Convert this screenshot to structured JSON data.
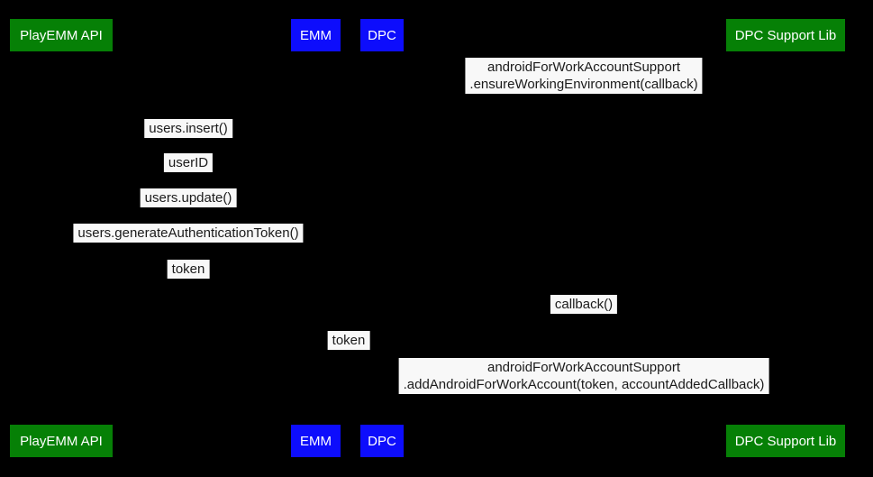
{
  "diagram": {
    "type": "sequence-diagram",
    "participants": [
      {
        "label": "PlayEMM API",
        "color": "#068006"
      },
      {
        "label": "EMM",
        "color": "#0d0dfc"
      },
      {
        "label": "DPC",
        "color": "#0d0dfc"
      },
      {
        "label": "DPC Support Lib",
        "color": "#068006"
      }
    ],
    "messages": [
      {
        "line1": "androidForWorkAccountSupport",
        "line2": ".ensureWorkingEnvironment(callback)"
      },
      {
        "line1": "users.insert()"
      },
      {
        "line1": "userID"
      },
      {
        "line1": "users.update()"
      },
      {
        "line1": "users.generateAuthenticationToken()"
      },
      {
        "line1": "token"
      },
      {
        "line1": "callback()"
      },
      {
        "line1": "token"
      },
      {
        "line1": "androidForWorkAccountSupport",
        "line2": ".addAndroidForWorkAccount(token, accountAddedCallback)"
      }
    ],
    "colors": {
      "background": "#000000",
      "participant_green": "#068006",
      "participant_blue": "#0d0dfc",
      "participant_text": "#ffffff",
      "message_background": "#f8f8f8",
      "message_text": "#1b1b1b"
    }
  }
}
